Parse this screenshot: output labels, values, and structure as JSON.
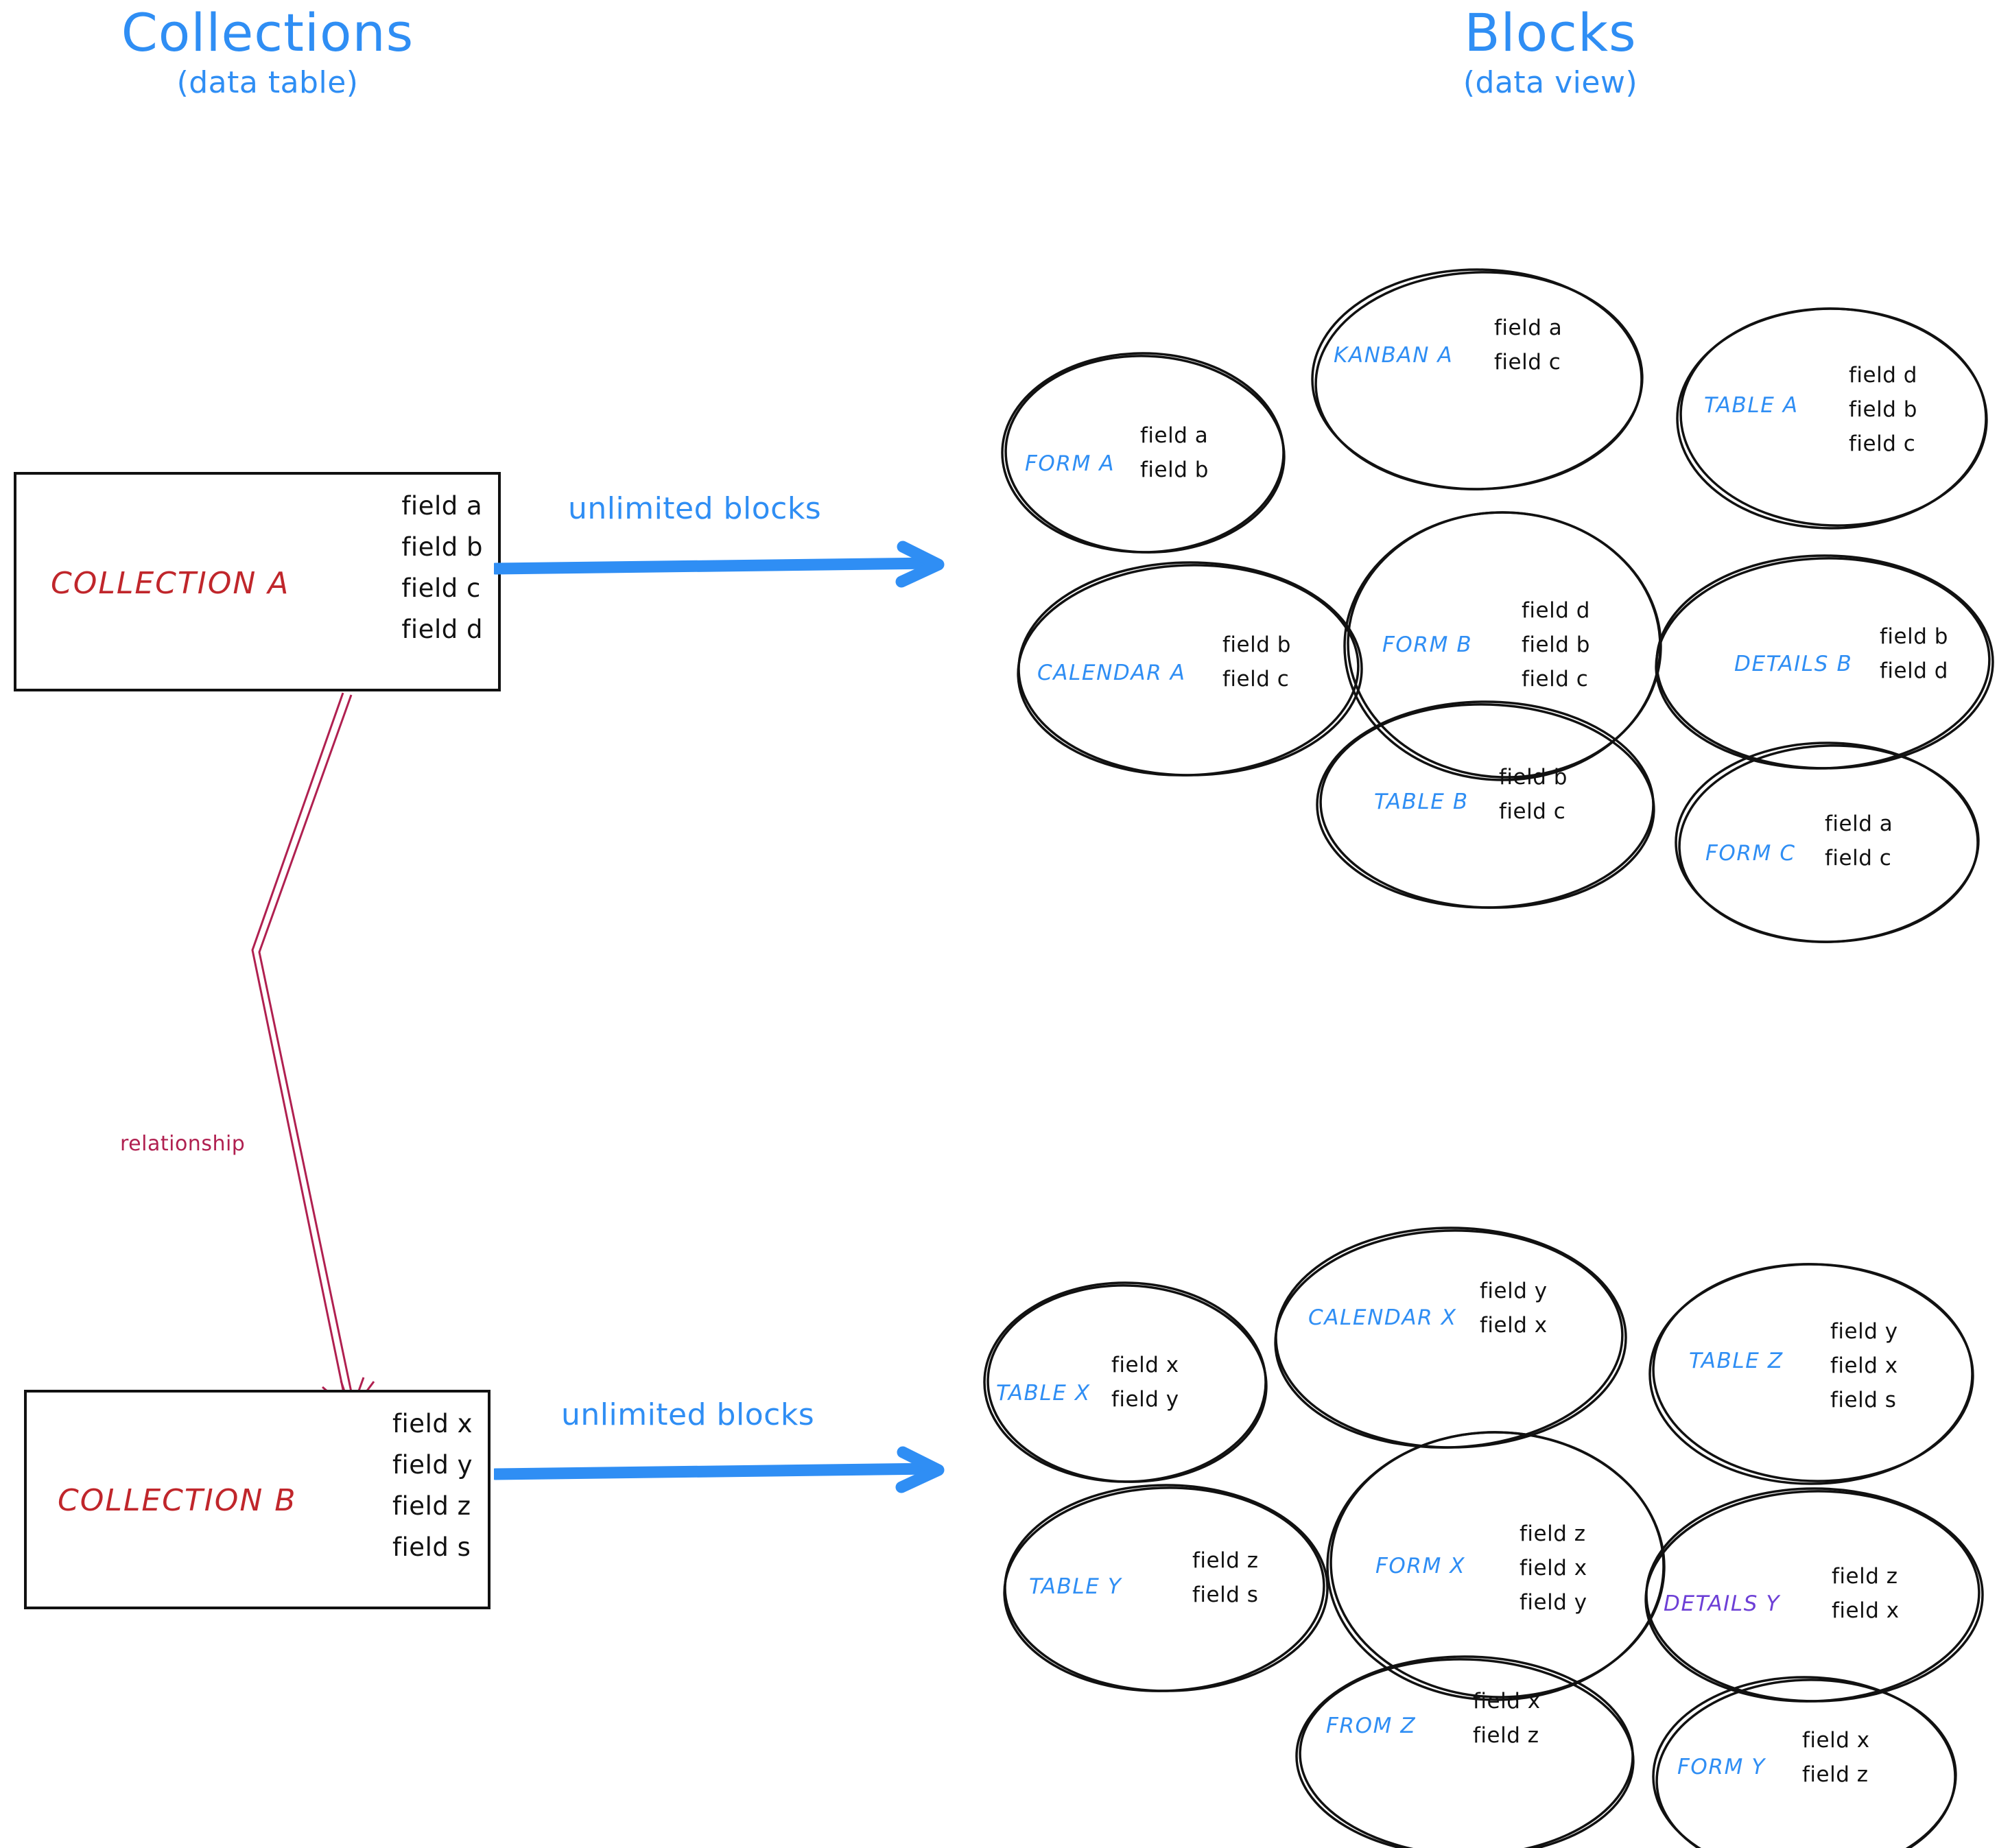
{
  "colors": {
    "accent_blue": "#2f8ef4",
    "collection_red": "#c0262b",
    "relationship_crimson": "#b02050",
    "details_purple": "#6d3fd6",
    "ink_black": "#111111",
    "background": "#ffffff"
  },
  "headings": {
    "left": {
      "main": "Collections",
      "sub": "(data table)"
    },
    "right": {
      "main": "Blocks",
      "sub": "(data view)"
    }
  },
  "collections": [
    {
      "name": "COLLECTION A",
      "fields": [
        "field a",
        "field b",
        "field c",
        "field d"
      ],
      "arrow_label": "unlimited blocks"
    },
    {
      "name": "COLLECTION B",
      "fields": [
        "field x",
        "field y",
        "field z",
        "field s"
      ],
      "arrow_label": "unlimited blocks"
    }
  ],
  "relationship": {
    "label": "relationship"
  },
  "block_groups": [
    {
      "for_collection": "COLLECTION A",
      "blocks": [
        {
          "name": "FORM A",
          "fields": [
            "field a",
            "field b"
          ],
          "color": "#2f8ef4"
        },
        {
          "name": "KANBAN A",
          "fields": [
            "field a",
            "field c"
          ],
          "color": "#2f8ef4"
        },
        {
          "name": "TABLE A",
          "fields": [
            "field d",
            "field b",
            "field c"
          ],
          "color": "#2f8ef4"
        },
        {
          "name": "CALENDAR A",
          "fields": [
            "field b",
            "field c"
          ],
          "color": "#2f8ef4"
        },
        {
          "name": "FORM B",
          "fields": [
            "field d",
            "field b",
            "field c"
          ],
          "color": "#2f8ef4"
        },
        {
          "name": "DETAILS B",
          "fields": [
            "field b",
            "field d"
          ],
          "color": "#2f8ef4"
        },
        {
          "name": "TABLE B",
          "fields": [
            "field b",
            "field c"
          ],
          "color": "#2f8ef4"
        },
        {
          "name": "FORM C",
          "fields": [
            "field a",
            "field c"
          ],
          "color": "#2f8ef4"
        }
      ]
    },
    {
      "for_collection": "COLLECTION B",
      "blocks": [
        {
          "name": "TABLE X",
          "fields": [
            "field x",
            "field y"
          ],
          "color": "#2f8ef4"
        },
        {
          "name": "CALENDAR X",
          "fields": [
            "field y",
            "field x"
          ],
          "color": "#2f8ef4"
        },
        {
          "name": "TABLE Z",
          "fields": [
            "field y",
            "field x",
            "field s"
          ],
          "color": "#2f8ef4"
        },
        {
          "name": "TABLE Y",
          "fields": [
            "field z",
            "field s"
          ],
          "color": "#2f8ef4"
        },
        {
          "name": "FORM X",
          "fields": [
            "field z",
            "field x",
            "field y"
          ],
          "color": "#2f8ef4"
        },
        {
          "name": "DETAILS Y",
          "fields": [
            "field z",
            "field x"
          ],
          "color": "#6d3fd6"
        },
        {
          "name": "FROM Z",
          "fields": [
            "field x",
            "field z"
          ],
          "color": "#2f8ef4"
        },
        {
          "name": "FORM Y",
          "fields": [
            "field x",
            "field z"
          ],
          "color": "#2f8ef4"
        }
      ]
    }
  ]
}
